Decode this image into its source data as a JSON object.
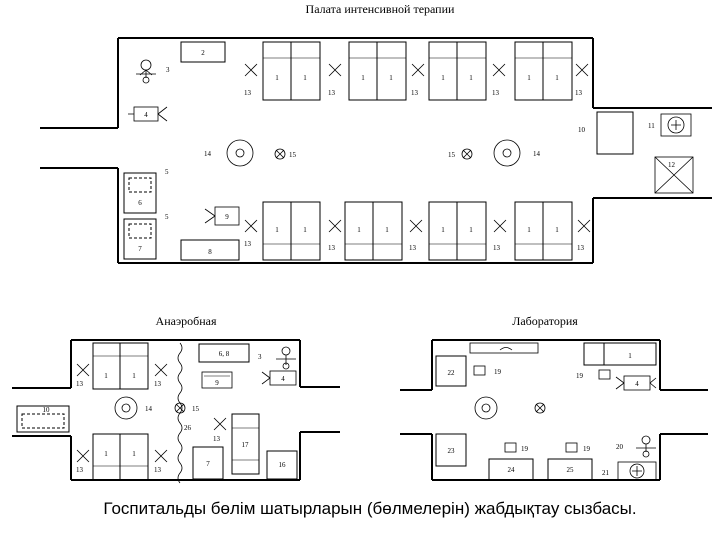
{
  "titles": {
    "icu": "Палата интенсивной терапии",
    "anaerobic": "Анаэробная",
    "laboratory": "Лаборатория"
  },
  "caption": "Госпитальды бөлім шатырларын (бөлмелерін) жабдықтау сызбасы.",
  "labels": {
    "bed": "1",
    "n2": "2",
    "n3": "3",
    "n4": "4",
    "n5": "5",
    "n6": "6",
    "n7": "7",
    "n8": "8",
    "n9": "9",
    "n10": "10",
    "n11": "11",
    "n12": "12",
    "n13": "13",
    "n14": "14",
    "n15": "15",
    "n16": "16",
    "n17": "17",
    "n19": "19",
    "n20": "20",
    "n21": "21",
    "n22": "22",
    "n23": "23",
    "n24": "24",
    "n25": "25",
    "n26": "26",
    "n68": "6, 8"
  }
}
